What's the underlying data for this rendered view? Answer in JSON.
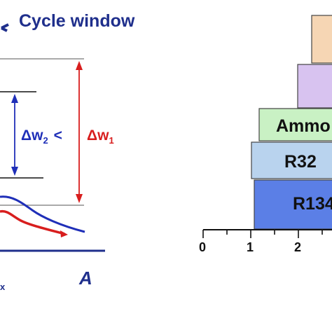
{
  "left_panel": {
    "title": "Cycle window",
    "dw2": "Δw",
    "dw2_sub": "2",
    "less_than": "<",
    "dw1": "Δw",
    "dw1_sub": "1",
    "x_label": "A",
    "x_fragment": "x",
    "colors": {
      "blue": "#1f2fb8",
      "red": "#d81e1e",
      "navy": "#1f2f8c"
    }
  },
  "right_panel": {
    "bars": [
      {
        "label": "R134",
        "color": "#5b7fe6"
      },
      {
        "label": "R32",
        "color": "#b9d3ee"
      },
      {
        "label": "Ammo",
        "color": "#c9f1c4"
      },
      {
        "label": "",
        "color": "#d8c3f0"
      },
      {
        "label": "",
        "color": "#f6d6b4"
      }
    ],
    "ticks": [
      "0",
      "1",
      "2"
    ]
  }
}
